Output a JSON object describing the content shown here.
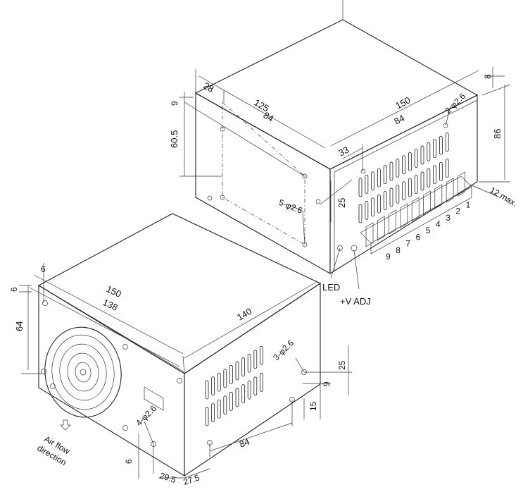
{
  "dimensions": {
    "top_28": "28",
    "top_125": "125",
    "top_84": "84",
    "left_9": "9",
    "left_60_5": "60.5",
    "side_150": "150",
    "side_84": "84",
    "side_33": "33",
    "right_8": "8",
    "right_86": "86",
    "right_12max": "12 max.",
    "right_25": "25",
    "bottom_6a": "6",
    "bottom_6b": "6",
    "bottom_64": "64",
    "bottom_150": "150",
    "bottom_138": "138",
    "bottom_140": "140",
    "bottom_25": "25",
    "bottom_9": "9",
    "bottom_15": "15",
    "bottom_84": "84",
    "bottom_6c": "6",
    "bottom_29_5": "29.5",
    "bottom_27_5": "27.5"
  },
  "holes": {
    "top_side": "2-φ2.6",
    "top_bottom": "5-φ2.6",
    "front": "4-φ2.6",
    "side": "3-φ2.6"
  },
  "labels": {
    "led": "LED",
    "vadj": "+V ADJ",
    "airflow_line1": "Air flow",
    "airflow_line2": "direction"
  },
  "terminals": [
    "9",
    "8",
    "7",
    "6",
    "5",
    "4",
    "3",
    "2",
    "1"
  ]
}
